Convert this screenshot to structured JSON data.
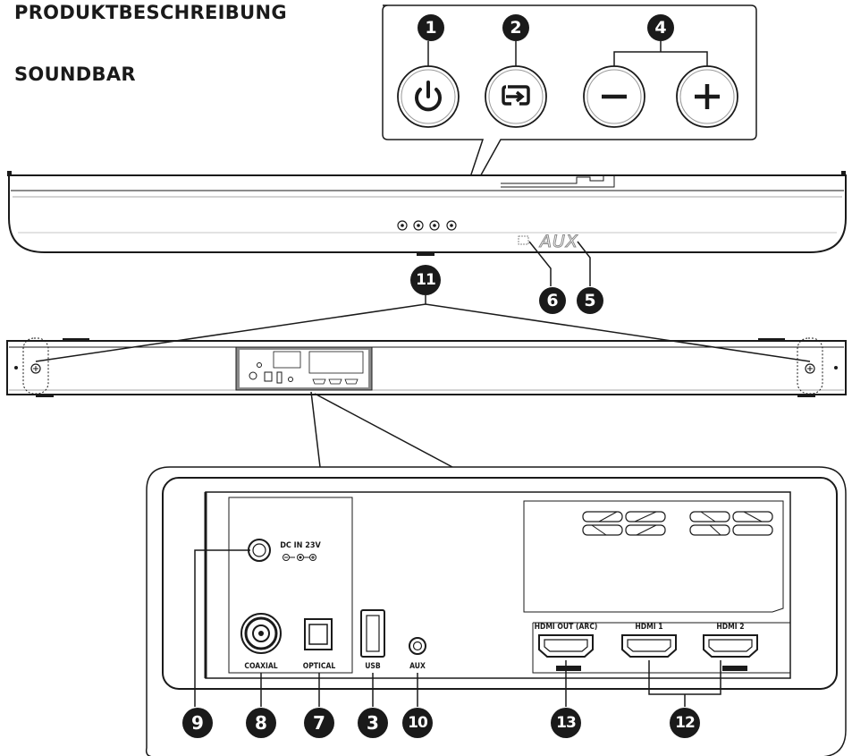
{
  "headings": {
    "title": "PRODUKTBESCHREIBUNG",
    "subtitle": "SOUNDBAR"
  },
  "display_text": "AUX",
  "port_labels": {
    "dc_in": "DC IN 23V",
    "coaxial": "COAXIAL",
    "optical": "OPTICAL",
    "usb": "USB",
    "aux": "AUX",
    "hdmi_out": "HDMI OUT (ARC)",
    "hdmi_1": "HDMI 1",
    "hdmi_2": "HDMI 2"
  },
  "callouts": {
    "n1": "1",
    "n2": "2",
    "n3": "3",
    "n4": "4",
    "n5": "5",
    "n6": "6",
    "n7": "7",
    "n8": "8",
    "n9": "9",
    "n10": "10",
    "n11": "11",
    "n12": "12",
    "n13": "13"
  },
  "icons": {
    "power": "power-icon",
    "source": "source-input-icon",
    "volume_down": "minus-icon",
    "volume_up": "plus-icon"
  },
  "colors": {
    "line": "#1a1a1a",
    "callout_fill": "#1a1a1a",
    "panel_gray": "#7a7a7a"
  }
}
